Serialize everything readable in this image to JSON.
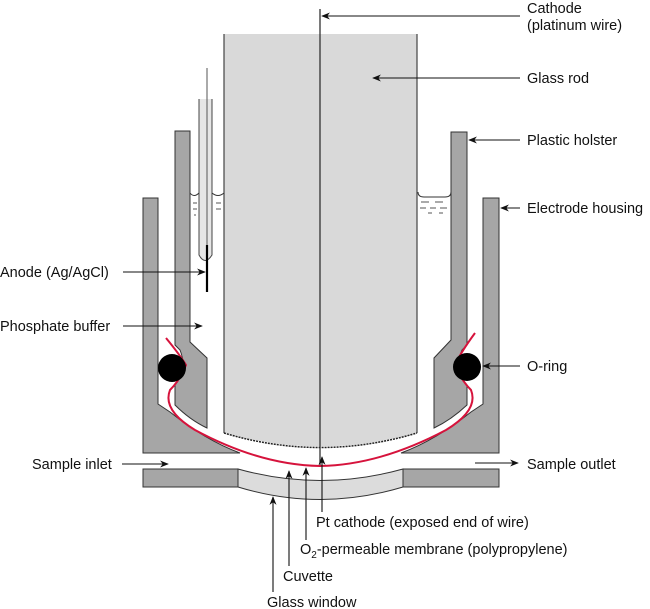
{
  "title": "Clark oxygen electrode schematic",
  "colors": {
    "glass_rod": "#d9d9d9",
    "housing": "#a6a6a6",
    "membrane": "#d6133c",
    "outline": "#333333",
    "o_ring": "#000000",
    "glass_window": "#dcdcdc"
  },
  "labels": {
    "cathode_line1": "Cathode",
    "cathode_line2": "(platinum wire)",
    "glass_rod": "Glass rod",
    "plastic_holster": "Plastic holster",
    "electrode_housing": "Electrode housing",
    "anode": "Anode (Ag/AgCl)",
    "phosphate_buffer": "Phosphate buffer",
    "o_ring": "O-ring",
    "sample_inlet": "Sample inlet",
    "sample_outlet": "Sample outlet",
    "pt_cathode": "Pt cathode (exposed end of wire)",
    "membrane_prefix": "O",
    "membrane_sub": "2",
    "membrane_suffix": "-permeable membrane (polypropylene)",
    "cuvette": "Cuvette",
    "glass_window": "Glass window"
  }
}
